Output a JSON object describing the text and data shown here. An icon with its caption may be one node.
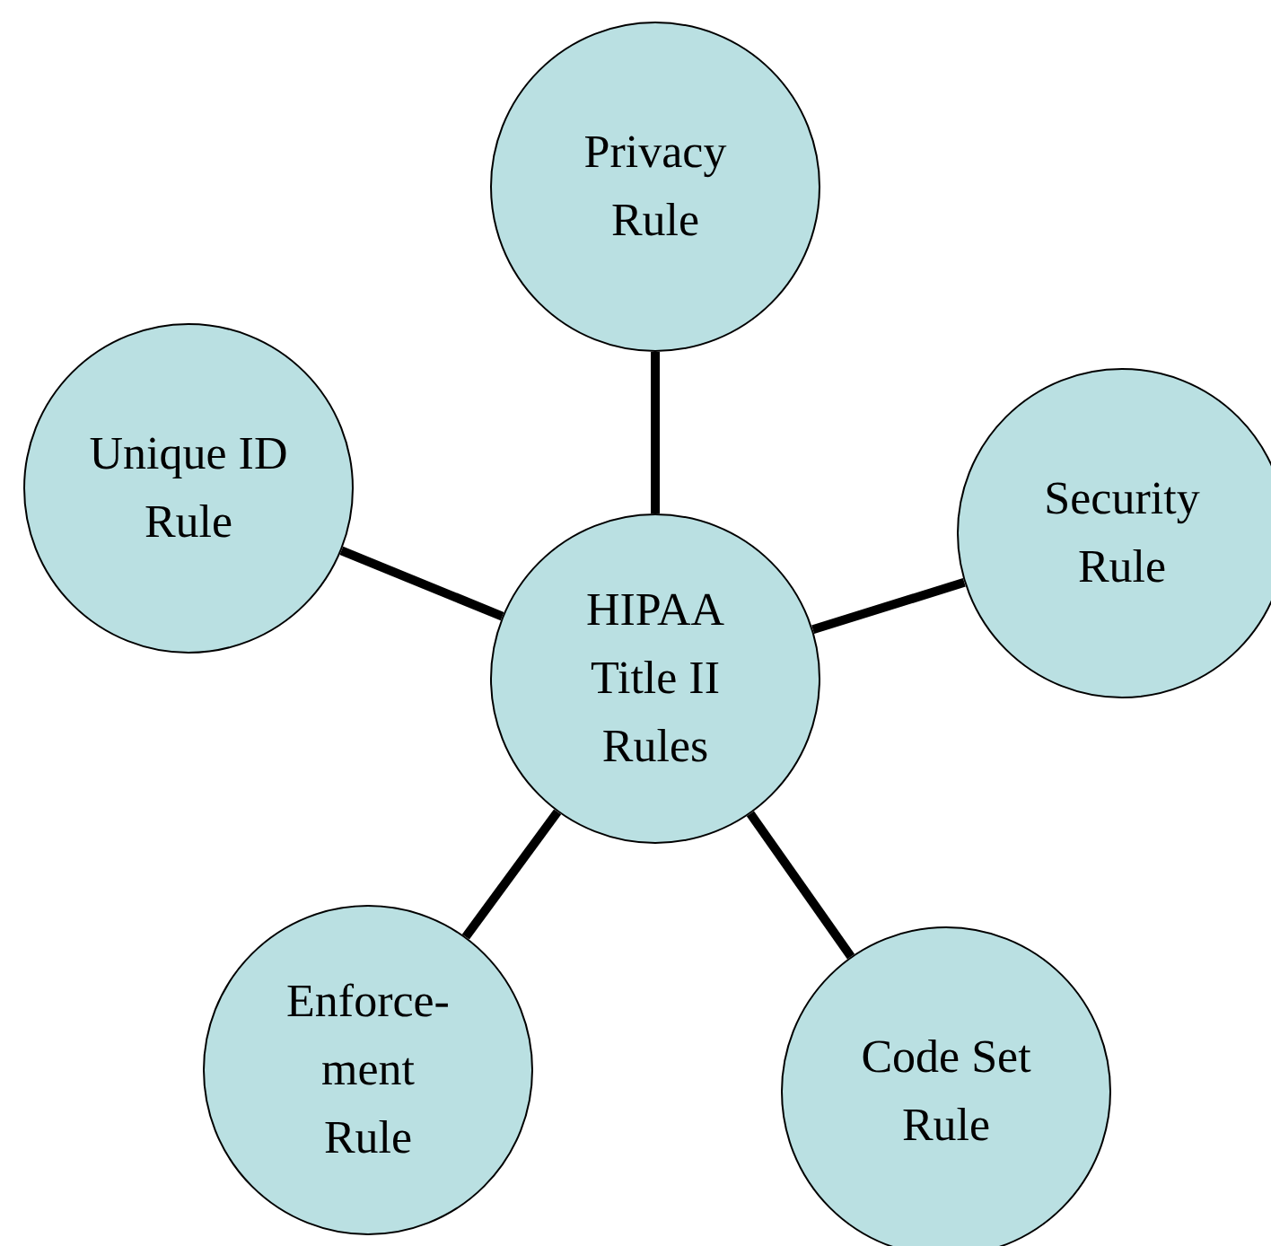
{
  "diagram": {
    "nodes": [
      {
        "text": [
          "Privacy Rule"
        ]
      },
      {
        "text": [
          "Unique ID Rule"
        ]
      },
      {
        "text": [
          "Security Rule"
        ]
      },
      {
        "text": [
          "HIPAA Title II Rules"
        ]
      },
      {
        "text": [
          "Enforce-ment Rule"
        ]
      },
      {
        "text": [
          "Code Set Rule"
        ]
      }
    ],
    "edges": [
      {
        "from": 3,
        "to": 0,
        "arrow": "none"
      },
      {
        "from": 3,
        "to": 2,
        "arrow": "none"
      },
      {
        "from": 3,
        "to": 5,
        "arrow": "none"
      },
      {
        "from": 3,
        "to": 4,
        "arrow": "none"
      },
      {
        "from": 3,
        "to": 1,
        "arrow": "none"
      }
    ]
  }
}
